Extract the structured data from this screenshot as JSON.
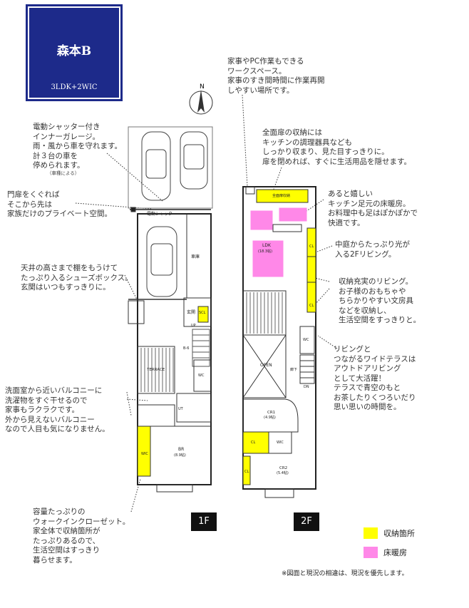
{
  "header": {
    "title": "森本B",
    "layout": "3LDK+2WIC"
  },
  "compass": {
    "label": "N"
  },
  "notes": {
    "workspace": "家事やPC作業もできる\nワークスペース。\n家事のすき間時間に作業再開\nしやすい場所です。",
    "garage": "電動シャッター付き\nインナーガレージ。\n雨・風から車を守れます。\n計３台の車を\n停められます。",
    "garage_small": "（車種による）",
    "gate": "門扉をくぐれば\nそこから先は\n家族だけのプライベート空間。",
    "shoebox": "天井の高さまで棚をもうけて\nたっぷり入るシューズボックス。\n玄関はいつもすっきりに。",
    "kitchen_storage": "全面扉の収納には\nキッチンの調理器具なども\nしっかり収まり、見た目すっきりに。\n扉を閉めれば、すぐに生活用品を隠せます。",
    "floor_heating": "あると嬉しい\nキッチン足元の床暖房。\nお料理中も足はぽかぽかで\n快適です。",
    "courtyard_light": "中庭からたっぷり光が\n入る2Fリビング。",
    "living_storage": "収納充実のリビング。\nお子様のおもちゃや\nちらかりやすい文房具\nなどを収納し、\n生活空間をすっきりと。",
    "terrace": "リビングと\nつながるワイドテラスは\nアウトドアリビング\nとして大活躍！\nテラスで青空のもと\nお茶したりくつろいだり\n思い思いの時間を。",
    "balcony": "洗面室から近いバルコニーに\n洗濯物をすぐ干せるので\n家事もラクラクです。\n外から見えないバルコニー\nなので人目も気になりません。",
    "wic": "容量たっぷりの\nウォークインクローゼット。\n家全体で収納箇所が\nたっぷりあるので、\n生活空間はすっきり\n暮らせます。"
  },
  "plan_labels": {
    "shutter": "電動シャッター",
    "garage": "車庫",
    "entrance": "玄関",
    "scl": "SCL",
    "terrace": "TERRACE",
    "wc": "WC",
    "ut": "UT",
    "br": "BR",
    "br_area": "(8.9帖)",
    "wic": "WIC",
    "up": "UP",
    "stairs": "B-6",
    "full_storage": "全面扉収納",
    "ldk": "LDK",
    "ldk_area": "(18.3帖)",
    "cl": "CL",
    "open": "OPEN",
    "hall": "廊下",
    "cr1": "CR1",
    "cr1_area": "(4.9帖)",
    "cr2": "CR2",
    "cr2_area": "(5.4帖)",
    "wic2": "WIC",
    "dn": "DN",
    "wc2": "WC"
  },
  "floors": {
    "first": "1F",
    "second": "2F"
  },
  "legend": [
    {
      "label": "収納箇所",
      "color": "#ffff00"
    },
    {
      "label": "床暖房",
      "color": "#ff88e8"
    }
  ],
  "disclaimer": "※図面と現況の相違は、現況を優先します。"
}
